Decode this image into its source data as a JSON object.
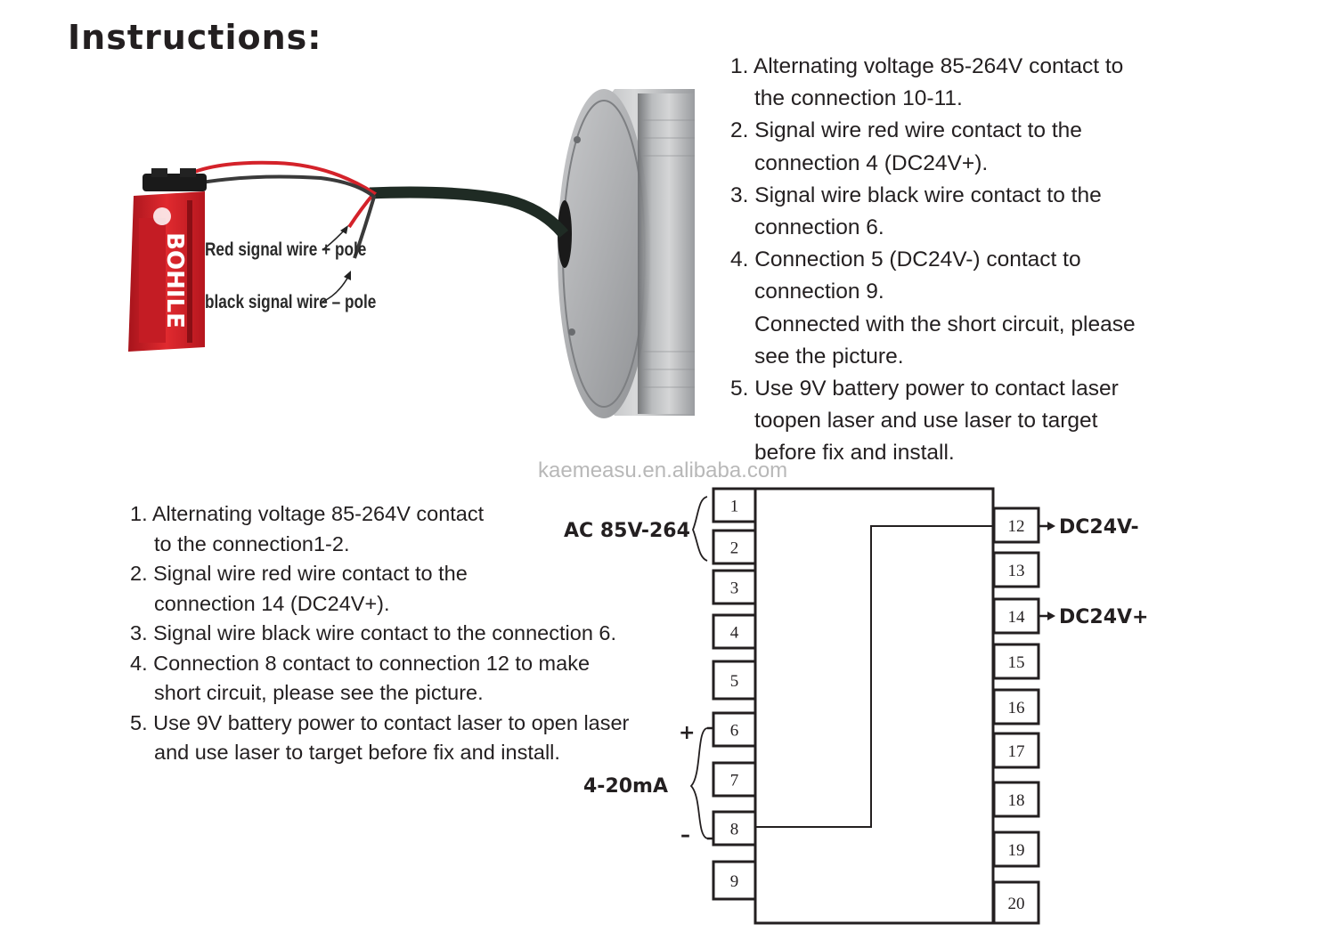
{
  "title": "Instructions:",
  "watermark": "kaemeasu.en.alibaba.com",
  "photo": {
    "red_label": "Red signal wire + pole",
    "black_label": "black signal wire – pole"
  },
  "instructions_top": [
    {
      "lines": [
        "1. Alternating voltage 85-264V contact to",
        "the connection 10-11."
      ]
    },
    {
      "lines": [
        "2. Signal wire red wire  contact to the",
        "connection 4 (DC24V+)."
      ]
    },
    {
      "lines": [
        "3. Signal wire black wire  contact to the",
        "connection 6."
      ]
    },
    {
      "lines": [
        "4. Connection 5 (DC24V-) contact to",
        "connection 9.",
        "Connected with the short circuit, please",
        "see the picture."
      ]
    },
    {
      "lines": [
        "5. Use 9V battery power to contact laser",
        "toopen laser and use laser to target",
        "before fix and install."
      ]
    }
  ],
  "instructions_bottom": [
    {
      "lines": [
        "1. Alternating voltage 85-264V contact",
        "to the connection1-2."
      ]
    },
    {
      "lines": [
        "2. Signal wire red wire  contact to the",
        "connection 14 (DC24V+)."
      ]
    },
    {
      "lines": [
        "3. Signal wire black wire  contact to the connection 6."
      ]
    },
    {
      "lines": [
        "4. Connection 8 contact to connection 12 to make",
        "short circuit, please see the picture."
      ]
    },
    {
      "lines": [
        "5. Use 9V battery power to contact laser to open laser",
        "and use laser to target before fix and install."
      ]
    }
  ],
  "diagram": {
    "left_terminals": [
      "1",
      "2",
      "3",
      "4",
      "5",
      "6",
      "7",
      "8",
      "9"
    ],
    "right_terminals": [
      "12",
      "13",
      "14",
      "15",
      "16",
      "17",
      "18",
      "19",
      "20"
    ],
    "ac_label": "AC 85V-264",
    "current_label": "4-20mA",
    "plus_sign": "+",
    "minus_sign": "–",
    "dc_minus_label": "DC24V-",
    "dc_plus_label": "DC24V+"
  }
}
